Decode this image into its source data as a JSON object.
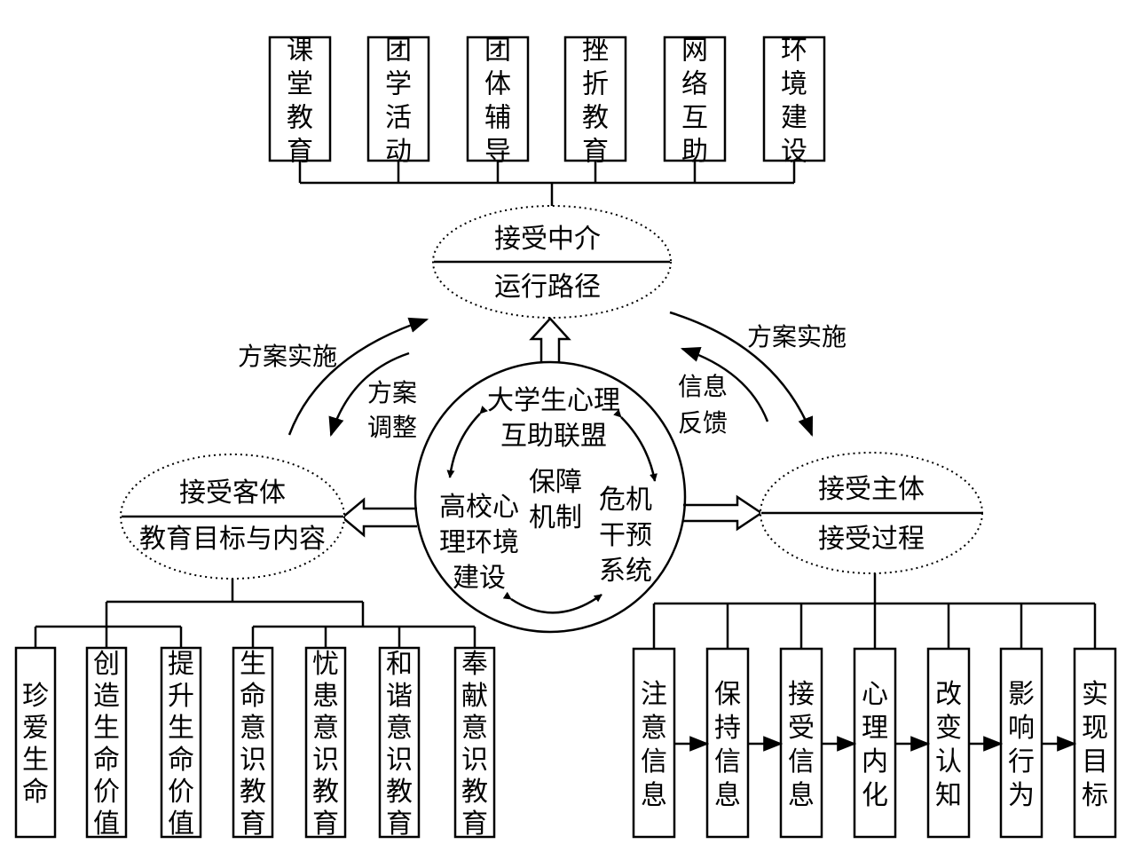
{
  "center": {
    "top": [
      "大学生心理",
      "互助联盟"
    ],
    "middle": [
      "保障",
      "机制"
    ],
    "left": [
      "高校心",
      "理环境",
      "建设"
    ],
    "right": [
      "危机",
      "干预",
      "系统"
    ]
  },
  "nodes": {
    "medium": {
      "title": "接受中介",
      "subtitle": "运行路径"
    },
    "object": {
      "title": "接受客体",
      "subtitle": "教育目标与内容"
    },
    "subject": {
      "title": "接受主体",
      "subtitle": "接受过程"
    }
  },
  "medium_items": [
    "课堂教育",
    "团学活动",
    "团体辅导",
    "挫折教育",
    "网络互助",
    "环境建设"
  ],
  "object_items": [
    "珍爱生命",
    "创造生命价值",
    "提升生命价值",
    "生命意识教育",
    "忧患意识教育",
    "和谐意识教育",
    "奉献意识教育"
  ],
  "subject_items": [
    "注意信息",
    "保持信息",
    "接受信息",
    "心理内化",
    "改变认知",
    "影响行为",
    "实现目标"
  ],
  "labels": {
    "left_outer": "方案实施",
    "left_inner": [
      "方案",
      "调整"
    ],
    "right_outer": "方案实施",
    "right_inner": [
      "信息",
      "反馈"
    ]
  }
}
